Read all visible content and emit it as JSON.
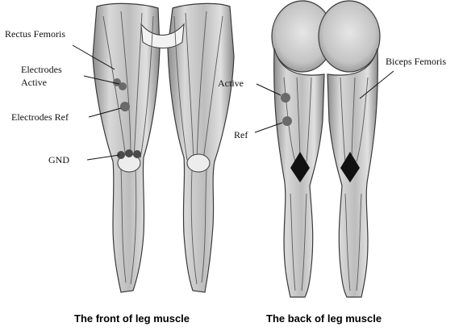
{
  "front": {
    "caption": "The front of leg muscle",
    "labels": {
      "rectus_femoris": "Rectus Femoris",
      "electrodes_active_line1": "Electrodes",
      "electrodes_active_line2": "Active",
      "electrodes_ref": "Electrodes Ref",
      "gnd": "GND"
    }
  },
  "back": {
    "caption": "The back of leg muscle",
    "labels": {
      "active": "Active",
      "ref": "Ref",
      "biceps_femoris": "Biceps Femoris"
    }
  },
  "colors": {
    "muscle_fill": "#cfcfcf",
    "muscle_shade": "#9a9a9a",
    "outline": "#3a3a3a",
    "electrode": "#6a6a6a",
    "hollow": "#111111"
  }
}
